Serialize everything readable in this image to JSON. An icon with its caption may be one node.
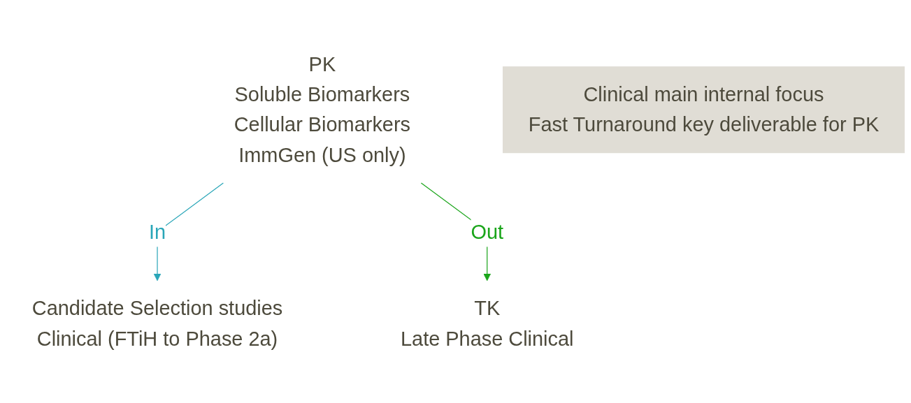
{
  "diagram": {
    "nodes": [
      {
        "text": [
          "PK",
          "Soluble Biomarkers",
          "Cellular Biomarkers",
          "ImmGen (US only)"
        ]
      },
      {
        "text": [
          "Candidate Selection studies",
          "Clinical (FTiH to Phase 2a)"
        ]
      },
      {
        "text": [
          "TK",
          "Late Phase Clinical"
        ]
      },
      {
        "text": [
          "Clinical main internal focus",
          "Fast Turnaround key deliverable for PK"
        ]
      }
    ],
    "edges": [
      {
        "from": 0,
        "to": 1,
        "arrow": "to",
        "label": "In",
        "color": "#2aa6b8"
      },
      {
        "from": 0,
        "to": 2,
        "arrow": "to",
        "label": "Out",
        "color": "#1aa51a"
      }
    ]
  }
}
